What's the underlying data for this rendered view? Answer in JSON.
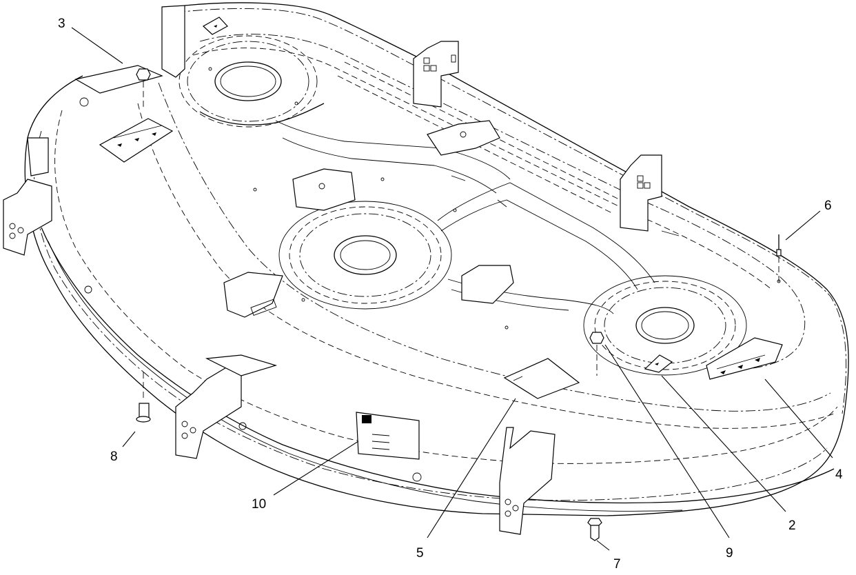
{
  "callouts": [
    {
      "id": "2",
      "text": "2"
    },
    {
      "id": "3",
      "text": "3"
    },
    {
      "id": "4",
      "text": "4"
    },
    {
      "id": "5",
      "text": "5"
    },
    {
      "id": "6",
      "text": "6"
    },
    {
      "id": "7",
      "text": "7"
    },
    {
      "id": "8",
      "text": "8"
    },
    {
      "id": "9",
      "text": "9"
    },
    {
      "id": "10",
      "text": "10"
    }
  ],
  "drawing": {
    "subject": "mower-deck",
    "line_color": "#000000",
    "background_color": "#ffffff"
  }
}
